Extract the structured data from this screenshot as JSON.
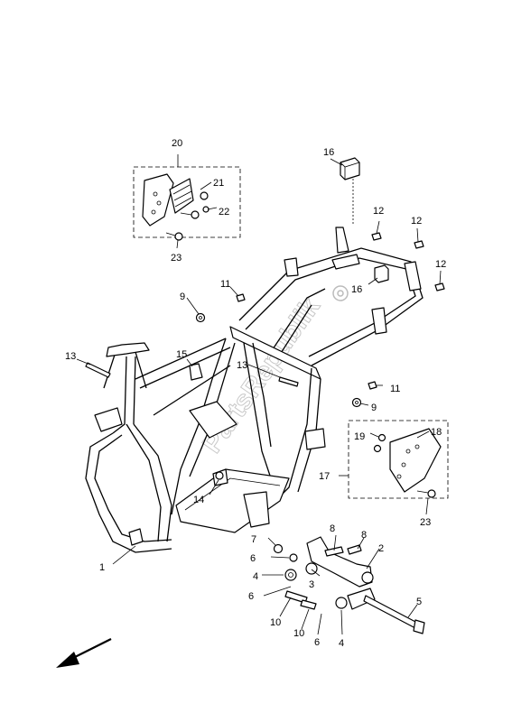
{
  "watermark": "PartsRepublik",
  "callouts": {
    "c1": "1",
    "c2": "2",
    "c3": "3",
    "c4a": "4",
    "c4b": "4",
    "c5": "5",
    "c6a": "6",
    "c6b": "6",
    "c6c": "6",
    "c7": "7",
    "c8a": "8",
    "c8b": "8",
    "c9a": "9",
    "c9b": "9",
    "c10a": "10",
    "c10b": "10",
    "c11a": "11",
    "c11b": "11",
    "c12a": "12",
    "c12b": "12",
    "c12c": "12",
    "c13a": "13",
    "c13b": "13",
    "c14": "14",
    "c15": "15",
    "c16a": "16",
    "c16b": "16",
    "c17": "17",
    "c18": "18",
    "c19": "19",
    "c20": "20",
    "c21": "21",
    "c22": "22",
    "c23a": "23",
    "c23b": "23"
  },
  "icons": {
    "front_arrow": "front-direction-arrow-icon",
    "watermark_logo": "gear-icon"
  }
}
